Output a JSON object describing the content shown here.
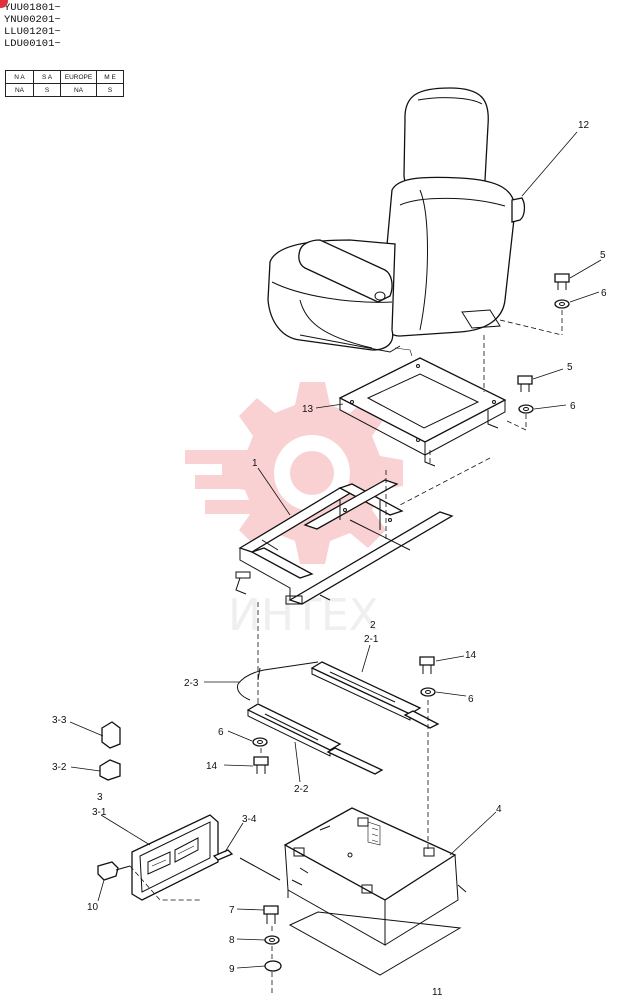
{
  "serial_ranges": [
    "YUU01801~",
    "YNU00201~",
    "LLU01201~",
    "LDU00101~"
  ],
  "market_table": {
    "headers": [
      "N A",
      "S A",
      "EUROPE",
      "M E"
    ],
    "values": [
      "NA",
      "S",
      "NA",
      "S"
    ]
  },
  "callouts": {
    "seat": "12",
    "bolt_top": "5",
    "washer_top": "6",
    "bolt_bracket": "5",
    "washer_bracket": "6",
    "bracket": "13",
    "frame": "1",
    "slide_rail": "2",
    "rail_right": "2-1",
    "rail_rod": "2-3",
    "rail_left": "2-2",
    "bolt_rail_right": "14",
    "washer_rail_right": "6",
    "washer_rail_left": "6",
    "bolt_rail_left": "14",
    "clip_a": "3-3",
    "clip_b": "3-2",
    "lever_assy": "3",
    "lever_plate": "3-1",
    "pin": "3-4",
    "knob": "10",
    "base": "4",
    "bolt_base": "7",
    "washer_base": "8",
    "spacer": "9",
    "cover": "11"
  },
  "watermark": {
    "text": "ИНТЕХ",
    "color": "#e8323c"
  }
}
